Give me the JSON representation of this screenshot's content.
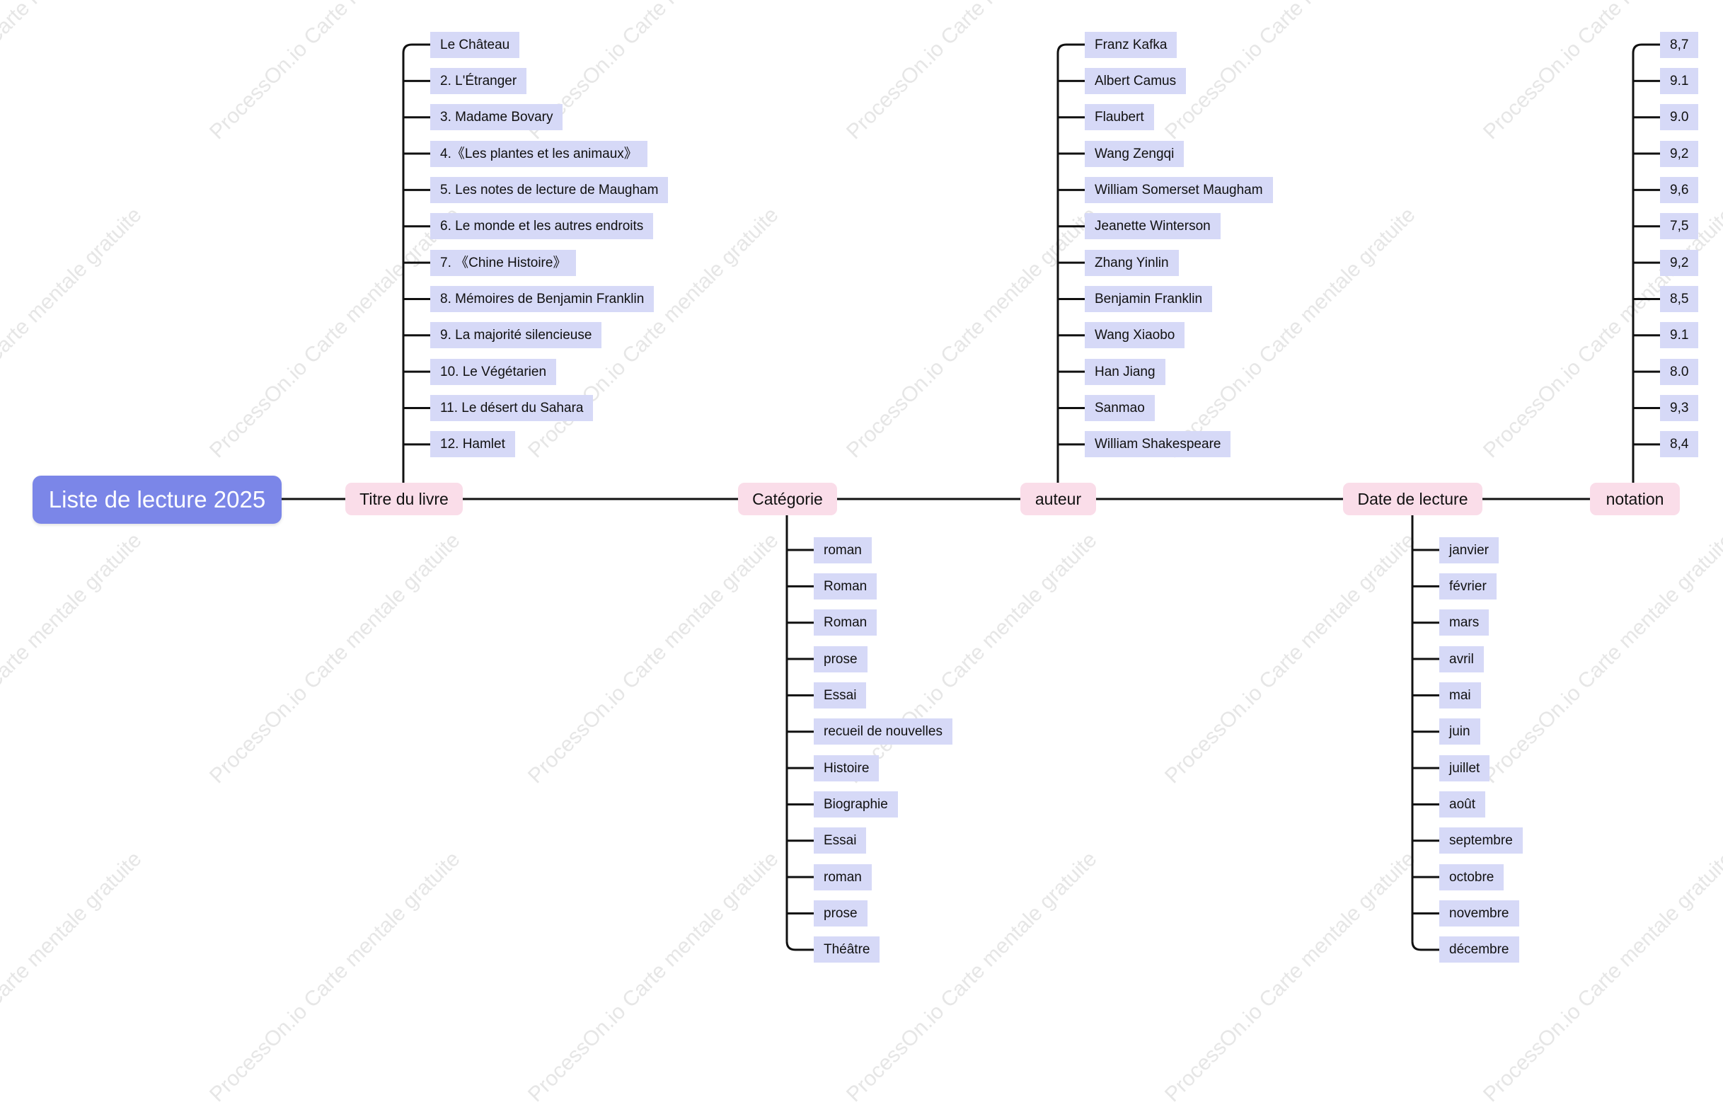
{
  "watermark_text": "ProcessOn.io Carte mentale gratuite",
  "colors": {
    "root": "#7b86e8",
    "branch": "#fadde9",
    "leaf": "#d6d9f7",
    "line": "#111111",
    "watermark": "#e6e6e6"
  },
  "root": {
    "label": "Liste de lecture 2025"
  },
  "branches": [
    {
      "label": "Titre du livre",
      "direction": "up",
      "items": [
        "Le Château",
        "2. L'Étranger",
        "3. Madame Bovary",
        "4.《Les plantes et les animaux》",
        "5. Les notes de lecture de Maugham",
        "6. Le monde et les autres endroits",
        "7. 《Chine Histoire》",
        "8. Mémoires de Benjamin Franklin",
        "9. La majorité silencieuse",
        "10. Le Végétarien",
        "11. Le désert du Sahara",
        "12. Hamlet"
      ]
    },
    {
      "label": "Catégorie",
      "direction": "down",
      "items": [
        "roman",
        "Roman",
        "Roman",
        "prose",
        "Essai",
        "recueil de nouvelles",
        "Histoire",
        "Biographie",
        "Essai",
        "roman",
        "prose",
        "Théâtre"
      ]
    },
    {
      "label": "auteur",
      "direction": "up",
      "items": [
        "Franz Kafka",
        "Albert Camus",
        "Flaubert",
        "Wang Zengqi",
        "William Somerset Maugham",
        "Jeanette Winterson",
        "Zhang Yinlin",
        "Benjamin Franklin",
        "Wang Xiaobo",
        "Han Jiang",
        "Sanmao",
        "William Shakespeare"
      ]
    },
    {
      "label": "Date de lecture",
      "direction": "down",
      "items": [
        "janvier",
        "février",
        "mars",
        "avril",
        "mai",
        "juin",
        "juillet",
        "août",
        "septembre",
        "octobre",
        "novembre",
        "décembre"
      ]
    },
    {
      "label": "notation",
      "direction": "up",
      "items": [
        "8,7",
        "9.1",
        "9.0",
        "9,2",
        "9,6",
        "7,5",
        "9,2",
        "8,5",
        "9.1",
        "8.0",
        "9,3",
        "8,4"
      ]
    }
  ]
}
